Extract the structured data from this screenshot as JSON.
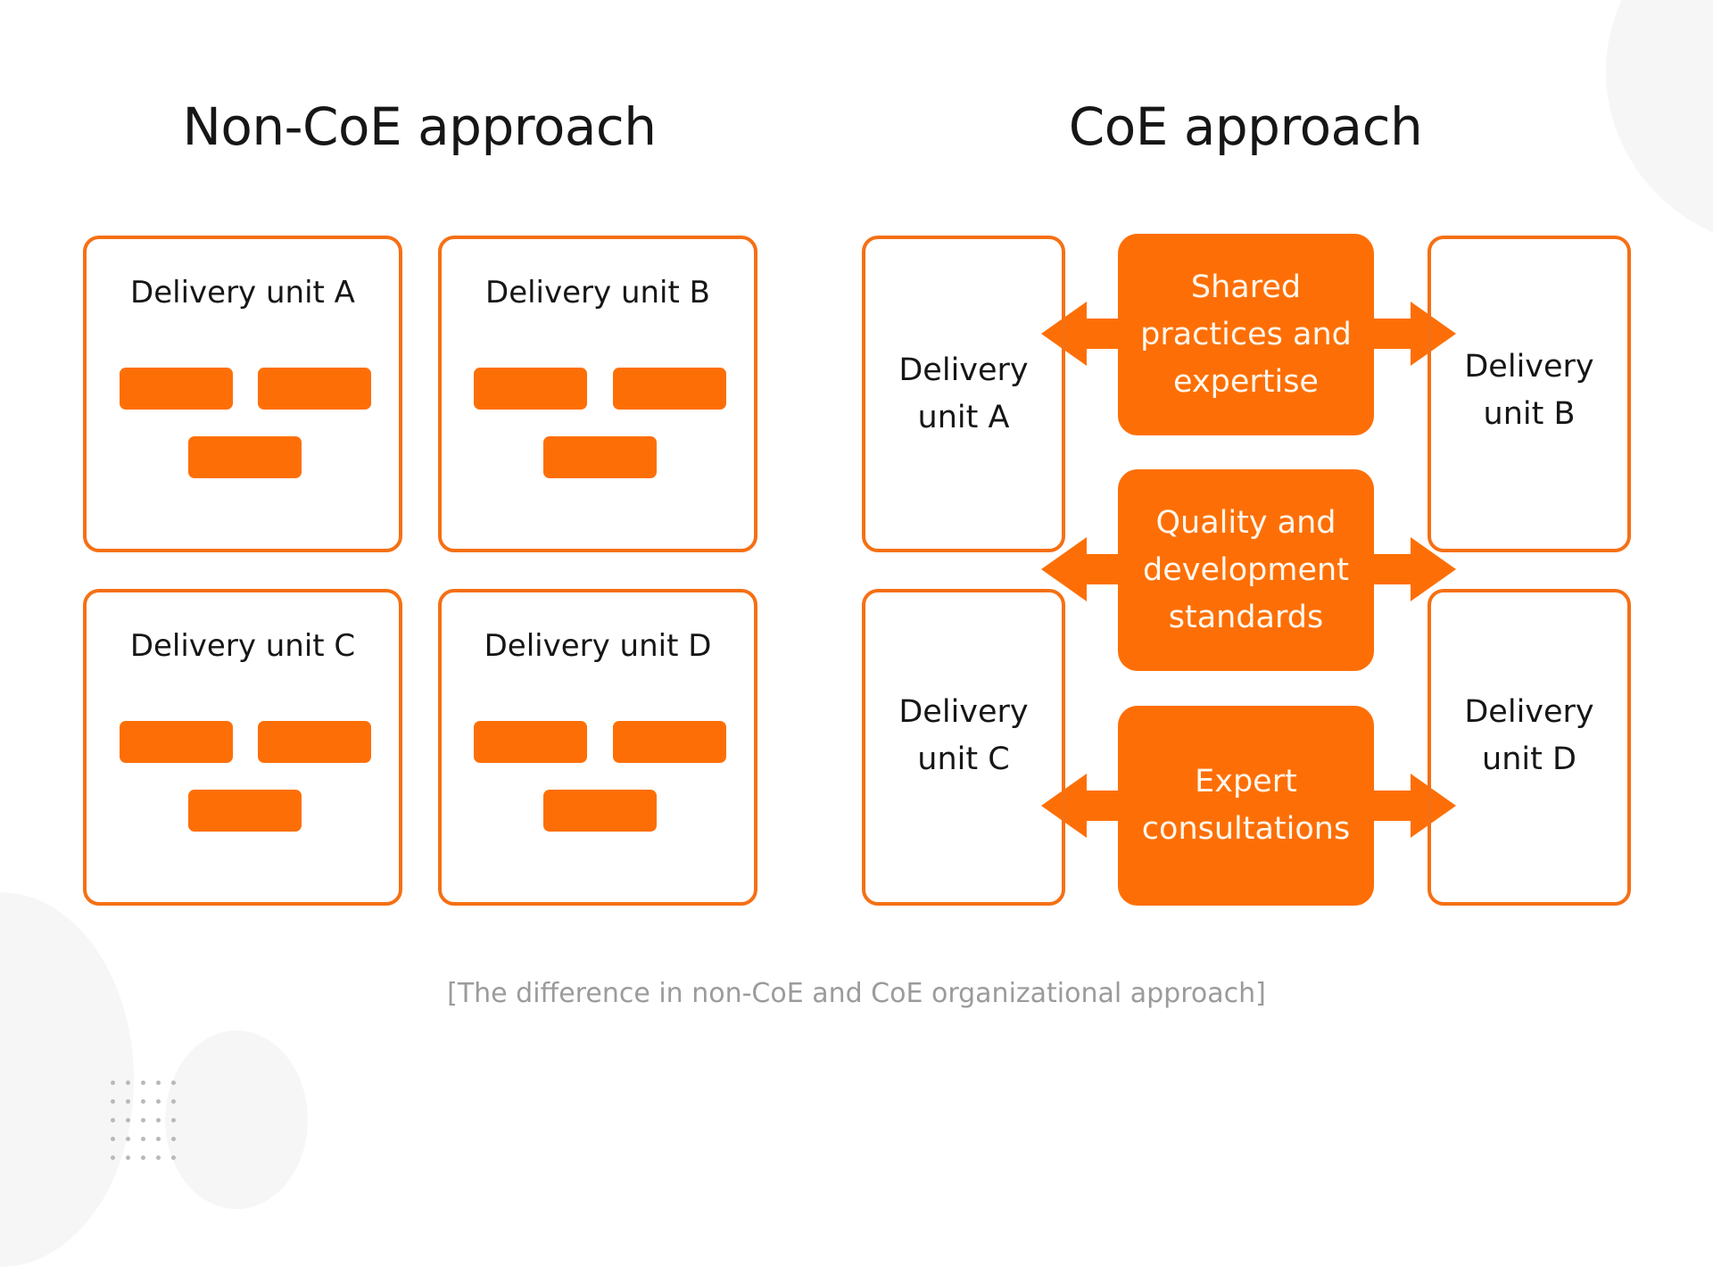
{
  "colors": {
    "accent": "#fd6f06",
    "border": "#f57014",
    "text": "#161616",
    "hub_text": "#fff8ee",
    "caption": "#9b9b9b",
    "background": "#ffffff"
  },
  "non_coe": {
    "title": "Non-CoE approach",
    "units": [
      {
        "label": "Delivery unit A",
        "team_blocks": 3
      },
      {
        "label": "Delivery unit B",
        "team_blocks": 3
      },
      {
        "label": "Delivery unit C",
        "team_blocks": 3
      },
      {
        "label": "Delivery unit D",
        "team_blocks": 3
      }
    ]
  },
  "coe": {
    "title": "CoE approach",
    "units": [
      {
        "line1": "Delivery",
        "line2": "unit A"
      },
      {
        "line1": "Delivery",
        "line2": "unit B"
      },
      {
        "line1": "Delivery",
        "line2": "unit C"
      },
      {
        "line1": "Delivery",
        "line2": "unit D"
      }
    ],
    "hubs": [
      {
        "lines": [
          "Shared",
          "practices and",
          "expertise"
        ],
        "connector": "double-arrow-icon"
      },
      {
        "lines": [
          "Quality and",
          "development",
          "standards"
        ],
        "connector": "double-arrow-icon"
      },
      {
        "lines": [
          "Expert",
          "consultations"
        ],
        "connector": "double-arrow-icon"
      }
    ]
  },
  "caption": "[The difference in non-CoE and CoE organizational approach]"
}
